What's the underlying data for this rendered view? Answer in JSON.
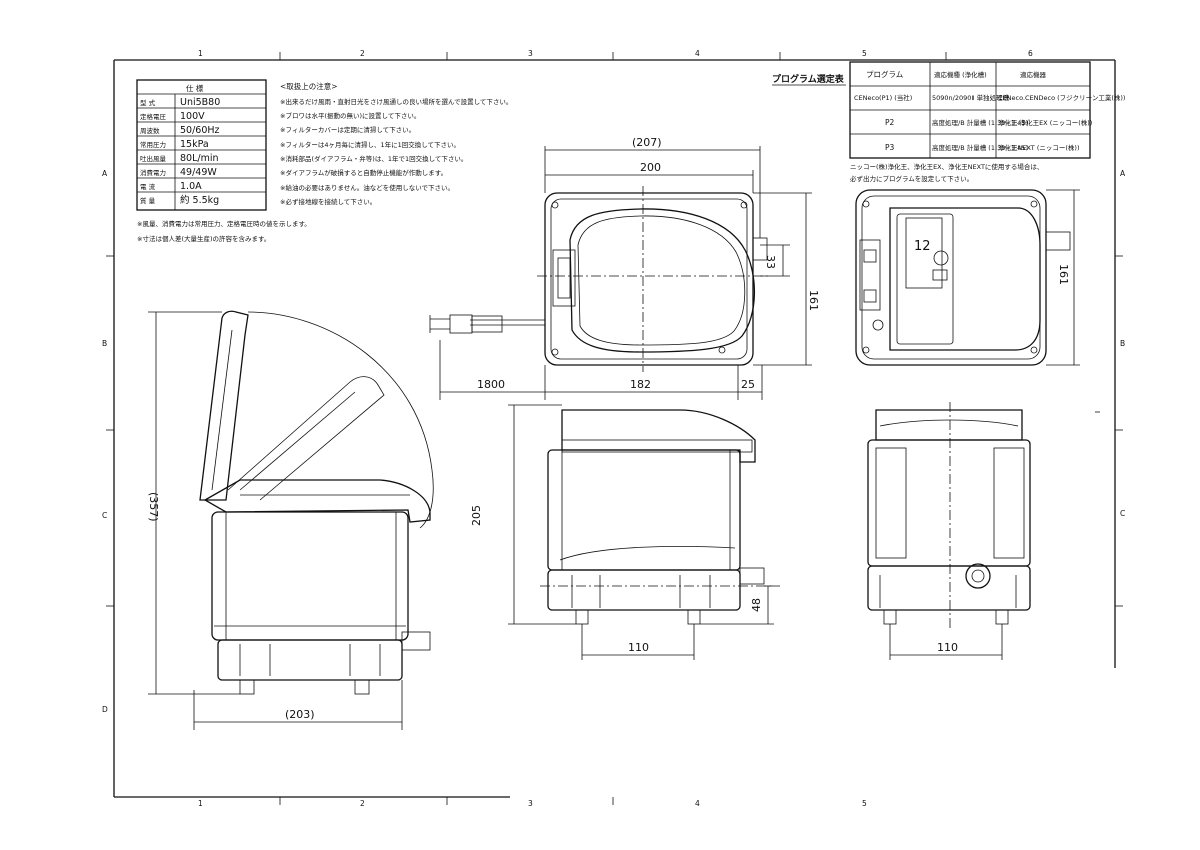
{
  "border": {
    "top_numbers": [
      "1",
      "2",
      "3",
      "4",
      "5",
      "6"
    ],
    "bottom_numbers": [
      "1",
      "2",
      "3",
      "4",
      "5"
    ],
    "left_letters": [
      "A",
      "B",
      "C",
      "D"
    ],
    "right_letters": [
      "A",
      "B",
      "C"
    ]
  },
  "spec_table": {
    "title": "仕 様",
    "rows": [
      {
        "label": "型 式",
        "value": "Uni5B80"
      },
      {
        "label": "定格電圧",
        "value": "100V"
      },
      {
        "label": "周波数",
        "value": "50/60Hz"
      },
      {
        "label": "常用圧力",
        "value": "15kPa"
      },
      {
        "label": "吐出風量",
        "value": "80L/min"
      },
      {
        "label": "消費電力",
        "value": "49/49W"
      },
      {
        "label": "電 流",
        "value": "1.0A"
      },
      {
        "label": "質 量",
        "value": "約 5.5kg"
      }
    ],
    "notes": [
      "※風量、消費電力は常用圧力、定格電圧時の値を示します。",
      "※寸法は個人差(大量生産)の許容を含みます。"
    ]
  },
  "caution": {
    "title": "<取扱上の注意>",
    "items": [
      "※出来るだけ風雨・直射日光をさけ風通しの良い場所を選んで設置して下さい。",
      "※ブロワは水平(振動の無い)に設置して下さい。",
      "※フィルターカバーは定期に清掃して下さい。",
      "※フィルターは4ヶ月毎に清掃し、1年に1回交換して下さい。",
      "※消耗部品(ダイアフラム・弁等)は、1年で1回交換して下さい。",
      "※ダイアフラムが破損すると自動停止機能が作動します。",
      "※給油の必要はありません。油などを使用しないで下さい。",
      "※必ず接地線を接続して下さい。"
    ]
  },
  "program_table": {
    "title": "プログラム選定表",
    "headers": [
      "プログラム",
      "適応機種 (浄化槽)",
      "適応機器"
    ],
    "rows": [
      {
        "program": "CENeco(P1) (当社)",
        "models": "5090n/2090Ⅱ 単独処理槽",
        "devices": "CENeco.CENDeco (フジクリーン工業(株))"
      },
      {
        "program": "P2",
        "models": "高度処理/B 計量槽 (1:30~1:45)",
        "devices": "浄化王.浄化王EX (ニッコー(株))"
      },
      {
        "program": "P3",
        "models": "高度処理/B 計量槽 (1:30~1:45)",
        "devices": "浄化王NEXT (ニッコー(株))"
      }
    ],
    "note_lines": [
      "ニッコー(株)浄化王、浄化王EX、浄化王NEXTに使用する場合は、",
      "必ず出力にプログラムを設定して下さい。"
    ]
  },
  "dimensions": {
    "overall_width_paren": "(207)",
    "width": "200",
    "height_top": "161",
    "offset_33": "33",
    "cord": "1800",
    "body_length": "182",
    "spout": "25",
    "height_side": "205",
    "nozzle_height": "48",
    "foot_span_side": "110",
    "foot_span_end": "110",
    "open_height": "(357)",
    "open_width": "(203)",
    "height_right": "161"
  },
  "panel": {
    "display": "12"
  }
}
